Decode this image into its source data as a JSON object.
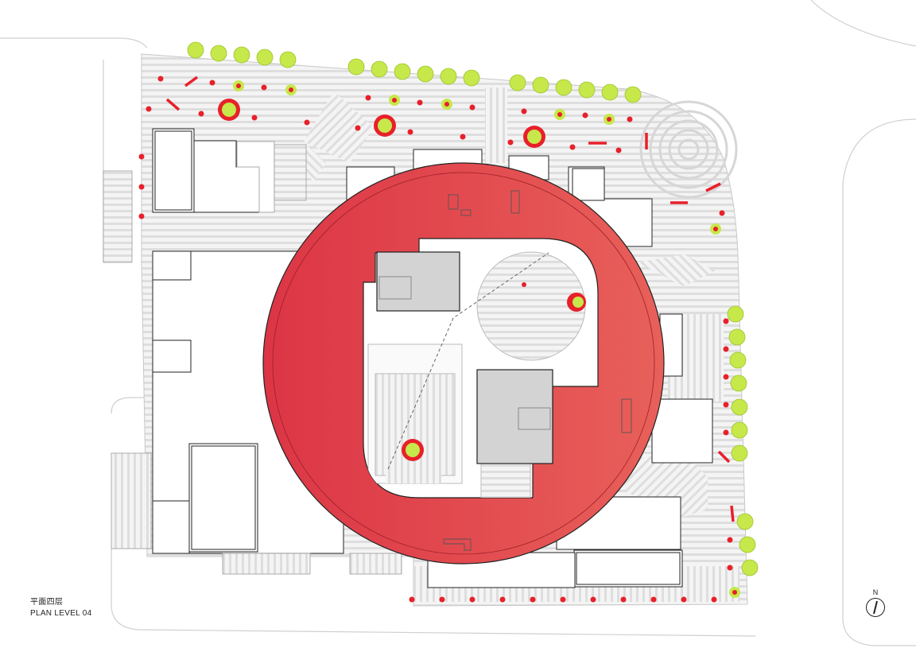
{
  "drawing": {
    "title_cn": "平面四层",
    "title_en": "PLAN LEVEL 04",
    "north_label": "N",
    "colors": {
      "ring_left": "#dc3545",
      "ring_right": "#e8605a",
      "accent_red": "#e8202a",
      "tree": "#c6e84a",
      "paving": "#e6e6e6",
      "roof_gray": "#d3d3d3",
      "outline": "#222222"
    },
    "icons": [
      "tree-icon",
      "planter-icon",
      "bollard-icon",
      "north-arrow-icon"
    ]
  }
}
